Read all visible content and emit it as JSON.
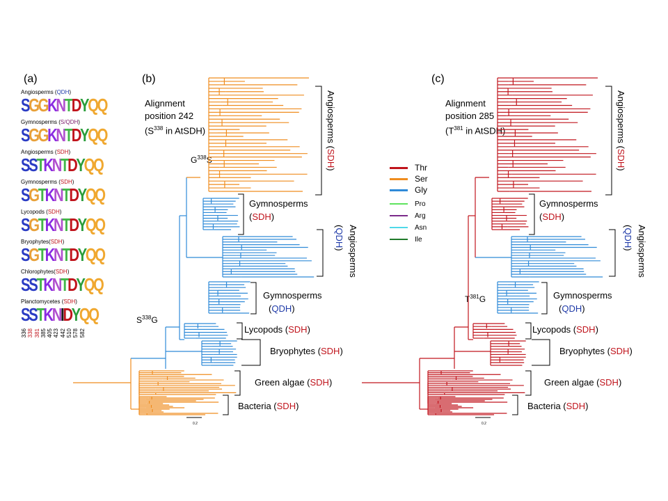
{
  "panels": {
    "a": "(a)",
    "b": "(b)",
    "c": "(c)"
  },
  "logos": [
    {
      "title_pre": "Angiosperms (",
      "title_tag": "QDH",
      "tag_color": "blue",
      "title_post": ")",
      "seq": "SGGKNTDYQQ"
    },
    {
      "title_pre": "Gymnosperms (",
      "title_tag": "S/QDH",
      "tag_color": "mixed",
      "title_post": ")",
      "seq": "SGGKNTDYQQ"
    },
    {
      "title_pre": "Angiosperms (",
      "title_tag": "SDH",
      "tag_color": "red",
      "title_post": ")",
      "seq": "SSTKNTDYQQ"
    },
    {
      "title_pre": "Gymnosperms (",
      "title_tag": "SDH",
      "tag_color": "red",
      "title_post": ")",
      "seq": "SGTKNTDYQQ"
    },
    {
      "title_pre": "Lycopods (",
      "title_tag": "SDH",
      "tag_color": "red",
      "title_post": ")",
      "seq": "SGTKNTDYQQ"
    },
    {
      "title_pre": "Bryophytes(",
      "title_tag": "SDH",
      "tag_color": "red",
      "title_post": ")",
      "seq": "SGTKNTDYQQ"
    },
    {
      "title_pre": "Chlorophytes(",
      "title_tag": "SDH",
      "tag_color": "red",
      "title_post": ")",
      "seq": "SSTKNTDYQQ"
    },
    {
      "title_pre": "Planctomycetes (",
      "title_tag": "SDH",
      "tag_color": "red",
      "title_post": ")",
      "seq": "SSTKNIDYQQ"
    }
  ],
  "positions": [
    "336",
    "338",
    "381",
    "385",
    "405",
    "423",
    "442",
    "510",
    "578",
    "582"
  ],
  "residue_colors": {
    "S": "#2b3cc4",
    "G": "#e8a13a",
    "K": "#8a2be2",
    "N": "#b04fcf",
    "T": "#43b649",
    "D": "#c0141c",
    "Y": "#2a9d3a",
    "Q": "#f0a830",
    "I": "#1a1a1a"
  },
  "panel_b": {
    "alignment_title_line1": "Alignment",
    "alignment_title_line2": "position 242",
    "alignment_title_line3_pre": "(S",
    "alignment_title_sup": "338",
    "alignment_title_line3_post": " in AtSDH)",
    "mutation_1_pre": "G",
    "mutation_1_sup": "338",
    "mutation_1_post": "S",
    "mutation_2_pre": "S",
    "mutation_2_sup": "338",
    "mutation_2_post": "G",
    "scale_label": "0.2"
  },
  "panel_c": {
    "alignment_title_line1": "Alignment",
    "alignment_title_line2": "position 285",
    "alignment_title_line3_pre": "(T",
    "alignment_title_sup": "381",
    "alignment_title_line3_post": " in AtSDH)",
    "mutation_pre": "T",
    "mutation_sup": "381",
    "mutation_post": "G",
    "scale_label": "0.2"
  },
  "clades": {
    "angio_sdh_pre": "Angiosperms (",
    "angio_sdh_tag": "SDH",
    "gymno_sdh_line1": "Gymnosperms",
    "gymno_sdh_line2_pre": "(",
    "gymno_sdh_tag": "SDH",
    "angio_qdh_line1": "Angiosperms",
    "angio_qdh_tag": "QDH",
    "gymno_qdh_line1": "Gymnosperms",
    "gymno_qdh_tag": "QDH",
    "lycopods_pre": "Lycopods (",
    "lycopods_tag": "SDH",
    "bryophytes_pre": "Bryophytes (",
    "bryophytes_tag": "SDH",
    "green_algae_pre": "Green algae (",
    "green_algae_tag": "SDH",
    "bacteria_pre": "Bacteria (",
    "bacteria_tag": "SDH",
    "close_paren": ")"
  },
  "legend": [
    {
      "label": "Thr",
      "color": "#c0141c"
    },
    {
      "label": "Ser",
      "color": "#ef8c1e"
    },
    {
      "label": "Gly",
      "color": "#2f8ad8"
    },
    {
      "label": "Pro",
      "color": "#5ee35e"
    },
    {
      "label": "Arg",
      "color": "#7b2a8a"
    },
    {
      "label": "Asn",
      "color": "#4fd8e8"
    },
    {
      "label": "Ile",
      "color": "#1f7a2a"
    }
  ]
}
